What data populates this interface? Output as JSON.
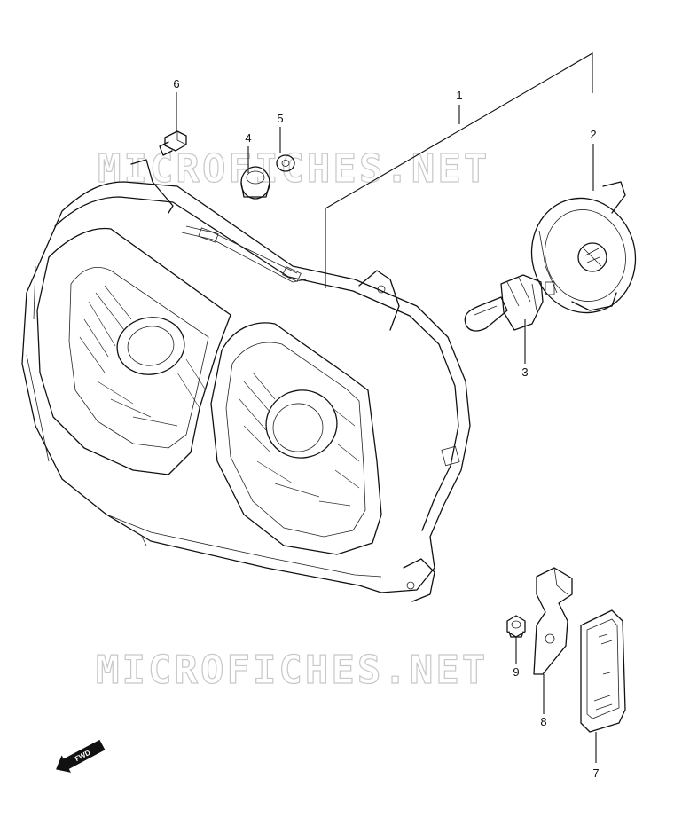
{
  "watermark": "MICROFICHES.NET",
  "fwd_label": "FWD",
  "parts": [
    {
      "number": "1",
      "name": "headlight-assembly"
    },
    {
      "number": "2",
      "name": "bulb-socket-cover"
    },
    {
      "number": "3",
      "name": "headlight-bulb"
    },
    {
      "number": "4",
      "name": "grommet"
    },
    {
      "number": "5",
      "name": "washer"
    },
    {
      "number": "6",
      "name": "bolt"
    },
    {
      "number": "7",
      "name": "reflector"
    },
    {
      "number": "8",
      "name": "reflector-bracket"
    },
    {
      "number": "9",
      "name": "nut"
    }
  ]
}
